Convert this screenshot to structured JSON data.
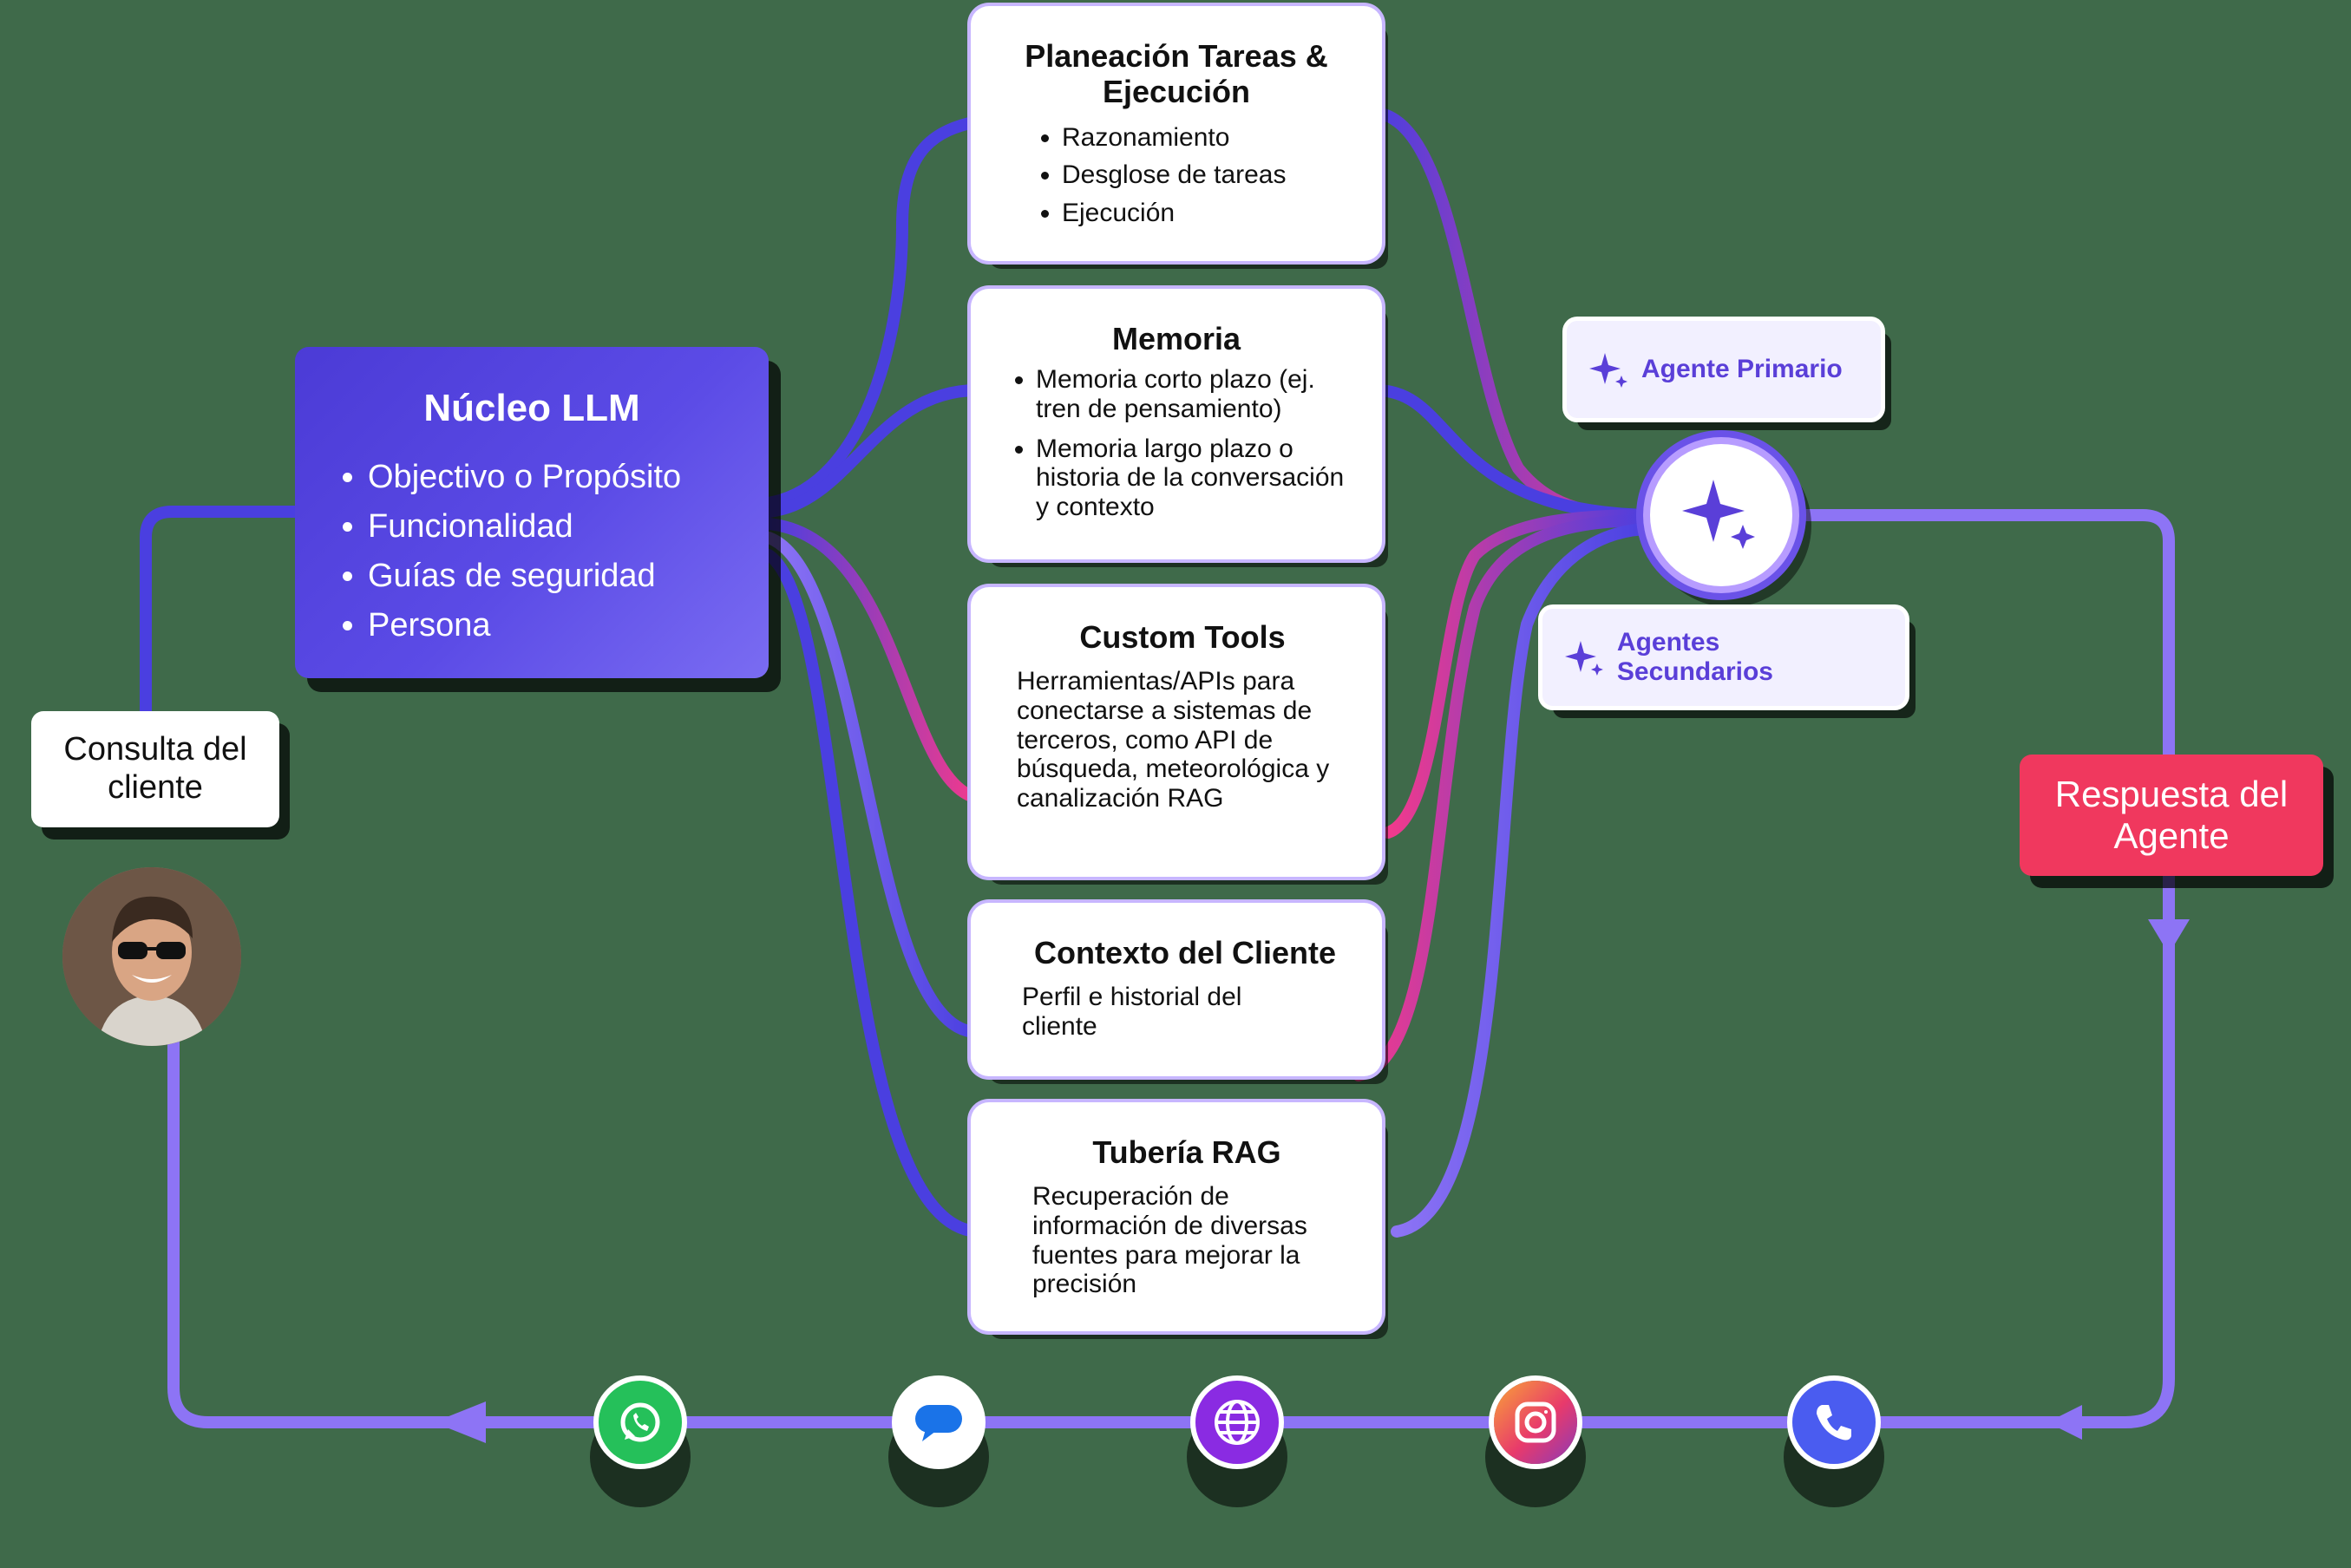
{
  "llm_core": {
    "title": "Núcleo LLM",
    "items": [
      "Objectivo o Propósito",
      "Funcionalidad",
      "Guías de seguridad",
      "Persona"
    ]
  },
  "client_query": {
    "label": "Consulta del cliente"
  },
  "modules": {
    "planning": {
      "title": "Planeación Tareas & Ejecución",
      "items": [
        "Razonamiento",
        "Desglose de tareas",
        "Ejecución"
      ]
    },
    "memory": {
      "title": "Memoria",
      "items": [
        "Memoria corto plazo (ej. tren de pensamiento)",
        "Memoria largo plazo o historia de la conversación y contexto"
      ]
    },
    "custom_tools": {
      "title": "Custom Tools",
      "text": "Herramientas/APIs para conectarse a sistemas de terceros, como API de búsqueda, meteorológica y canalización RAG"
    },
    "client_context": {
      "title": "Contexto del Cliente",
      "text": "Perfil e historial del cliente"
    },
    "rag": {
      "title": "Tubería RAG",
      "text": "Recuperación de información de diversas fuentes para mejorar la precisión"
    }
  },
  "agents": {
    "primary": "Agente Primario",
    "secondary": "Agentes Secundarios",
    "hub_icon": "sparkle-icon"
  },
  "agent_response": {
    "label": "Respuesta del Agente"
  },
  "channels": [
    "whatsapp-icon",
    "messages-icon",
    "globe-icon",
    "instagram-icon",
    "phone-icon"
  ],
  "colors": {
    "background": "#3f6a4a",
    "llm_core": "#5b4be6",
    "response": "#f0385e",
    "wire_blue": "#4a3fe0",
    "wire_pink": "#f23a8c",
    "wire_violet": "#8d74f5"
  }
}
